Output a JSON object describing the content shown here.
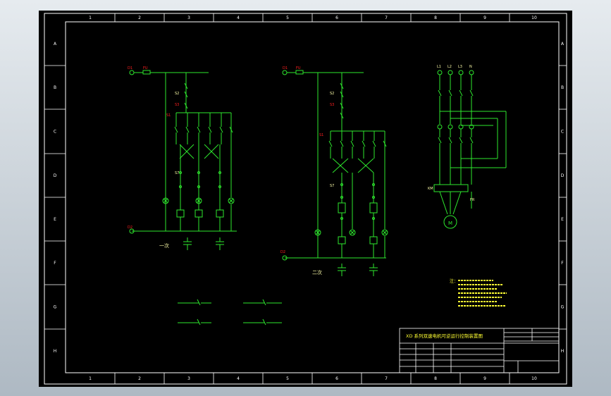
{
  "colors": {
    "background": "#000000",
    "frame": "#ffffff",
    "wire": "#2ee82e",
    "label": "#ff2020",
    "note": "#ffff33",
    "pale": "#ffffaa"
  },
  "grid": {
    "columns": [
      "1",
      "2",
      "3",
      "4",
      "5",
      "6",
      "7",
      "8",
      "9",
      "10"
    ],
    "rows": [
      "A",
      "B",
      "C",
      "D",
      "E",
      "F",
      "G",
      "H"
    ]
  },
  "circuit_left": {
    "L1": "D1",
    "fuse": "FU",
    "N": "D2",
    "contacts": [
      "S1",
      "S2",
      "S3",
      "S7"
    ],
    "caption": "一次"
  },
  "circuit_right": {
    "L1": "D1",
    "fuse": "FU",
    "N": "D2",
    "contacts": [
      "S1",
      "S2",
      "S3",
      "S7"
    ],
    "caption": "二次"
  },
  "motor": {
    "phases": [
      "L1",
      "L2",
      "L3",
      "N"
    ],
    "contactor": "KM",
    "thermal": "FR",
    "symbol": "M"
  },
  "notes": [
    "注："
  ],
  "title_block": {
    "title": "XD 系列双速电机可逆运行控制装置图"
  }
}
